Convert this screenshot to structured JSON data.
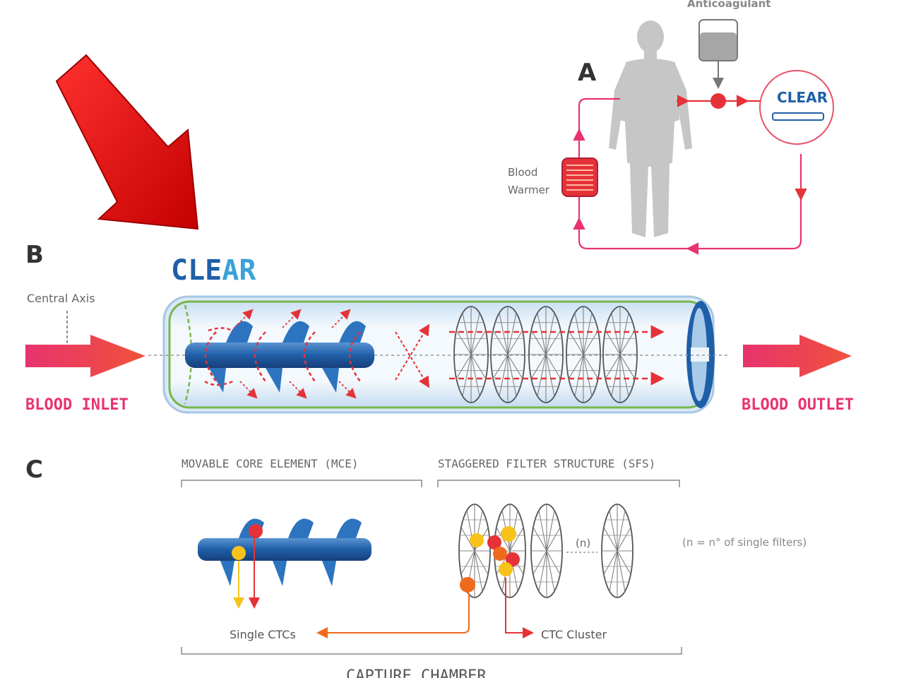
{
  "panel_a": {
    "letter": "A",
    "anticoagulant": "Anticoagulant",
    "device_label": "CLEAR",
    "warmer_line1": "Blood",
    "warmer_line2": "Warmer"
  },
  "panel_b": {
    "letter": "B",
    "device_title_part1": "CLE",
    "device_title_part2": "AR",
    "central_axis": "Central Axis",
    "inlet": "BLOOD INLET",
    "outlet": "BLOOD OUTLET"
  },
  "panel_c": {
    "letter": "C",
    "mce": "MOVABLE CORE ELEMENT (MCE)",
    "sfs": "STAGGERED FILTER STRUCTURE (SFS)",
    "n_marker": "(n)",
    "n_note": "(n = n° of single filters)",
    "single_ctcs": "Single CTCs",
    "ctc_cluster": "CTC Cluster",
    "capture_chamber": "CAPTURE CHAMBER"
  },
  "colors": {
    "pink": "#e8336e",
    "red": "#e53238",
    "blue": "#1f5fa8",
    "light_blue": "#3aa2d8",
    "yellow": "#f7c21b",
    "orange": "#ee6a1d",
    "grey": "#9d9d9d",
    "green": "#7ab648"
  }
}
